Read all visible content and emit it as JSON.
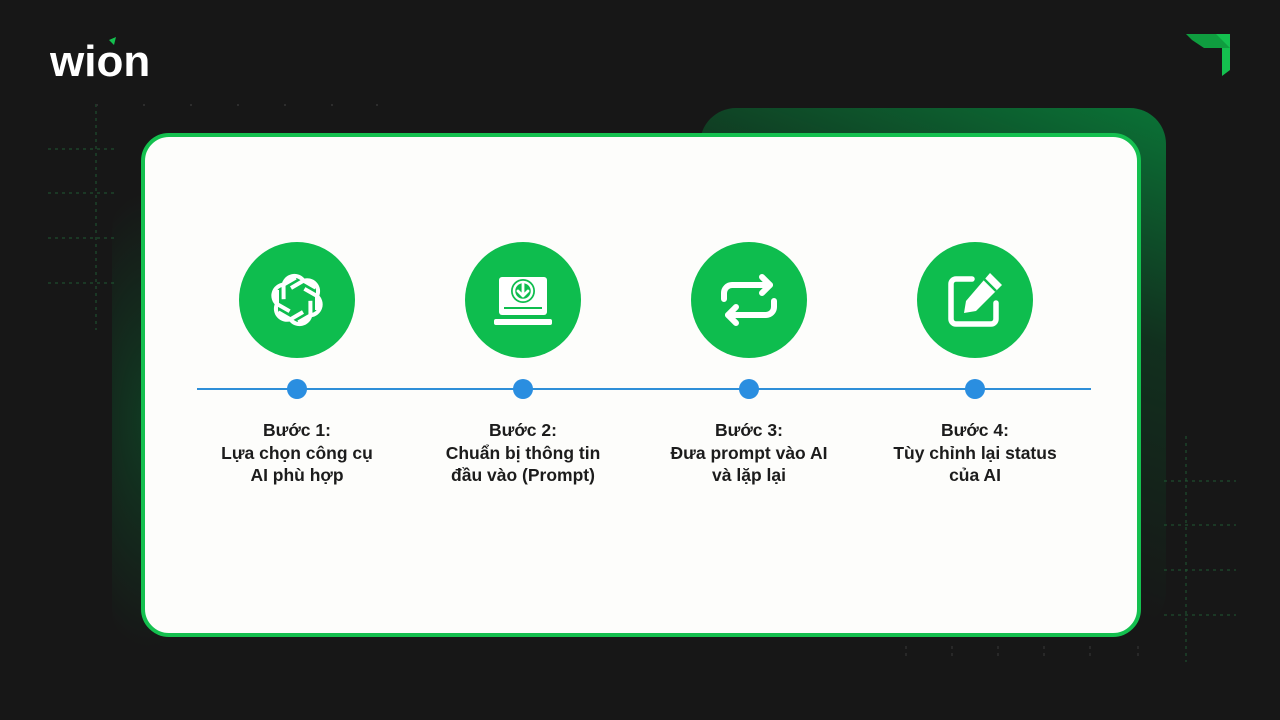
{
  "brand": {
    "logo_text": "wion",
    "accent_color": "#14c04f",
    "logo_icon": "wion-logo",
    "corner_icon": "green-arrow-mark-icon"
  },
  "diagram": {
    "line_color": "#2e8fd8",
    "node_color": "#0ebd4e",
    "steps": [
      {
        "icon": "openai-icon",
        "title": "Bước 1:",
        "line1": "Lựa chọn công cụ",
        "line2": "AI phù hợp"
      },
      {
        "icon": "laptop-download-icon",
        "title": "Bước 2:",
        "line1": "Chuẩn bị thông tin",
        "line2": "đầu vào (Prompt)"
      },
      {
        "icon": "repeat-icon",
        "title": "Bước 3:",
        "line1": "Đưa prompt vào AI",
        "line2": "và lặp lại"
      },
      {
        "icon": "edit-icon",
        "title": "Bước 4:",
        "line1": "Tùy chỉnh lại status",
        "line2": "của AI"
      }
    ]
  }
}
